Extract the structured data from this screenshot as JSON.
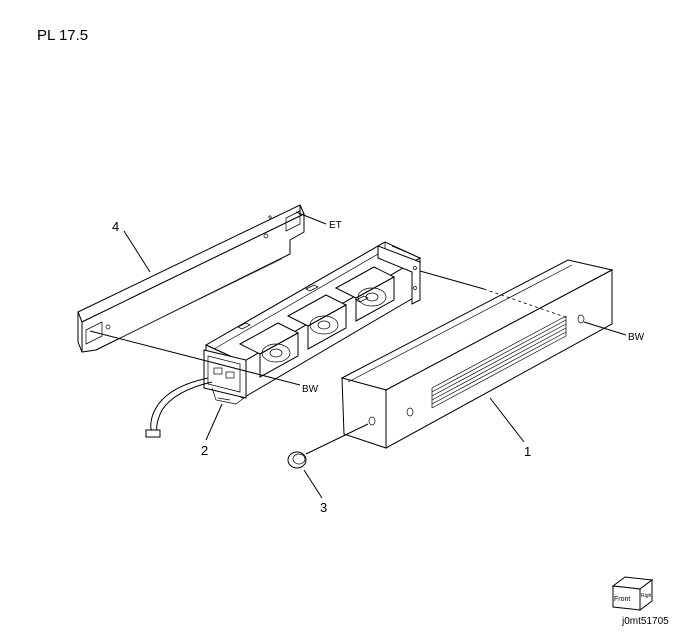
{
  "page_title": "PL 17.5",
  "parts": [
    {
      "number": "1",
      "name": ""
    },
    {
      "number": "2",
      "name": ""
    },
    {
      "number": "3",
      "name": ""
    },
    {
      "number": "4",
      "name": ""
    }
  ],
  "callouts": {
    "et": "ET",
    "bw_right": "BW",
    "bw_center": "BW"
  },
  "orientation_box": {
    "front": "Front",
    "right": "Right"
  },
  "doc_id": "j0mt51705"
}
